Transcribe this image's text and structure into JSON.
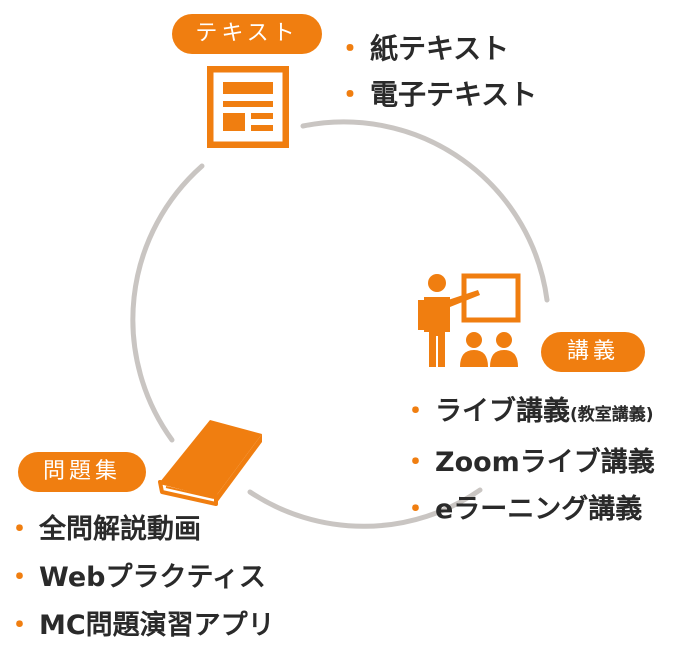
{
  "colors": {
    "accent": "#f07e10",
    "ring": "#c9c5c2",
    "text": "#2a2a2a"
  },
  "bullet": "・",
  "text_section": {
    "label": "テキスト",
    "icon": "document-icon",
    "items": [
      "紙テキスト",
      "電子テキスト"
    ]
  },
  "lecture_section": {
    "label": "講義",
    "icon": "teacher-whiteboard-icon",
    "items": [
      {
        "main": "ライブ講義",
        "note": "(教室講義)"
      },
      {
        "main": "Zoomライブ講義",
        "note": ""
      },
      {
        "main": "eラーニング講義",
        "note": ""
      }
    ]
  },
  "problems_section": {
    "label": "問題集",
    "icon": "book-icon",
    "items": [
      "全問解説動画",
      "Webプラクティス",
      "MC問題演習アプリ"
    ]
  }
}
